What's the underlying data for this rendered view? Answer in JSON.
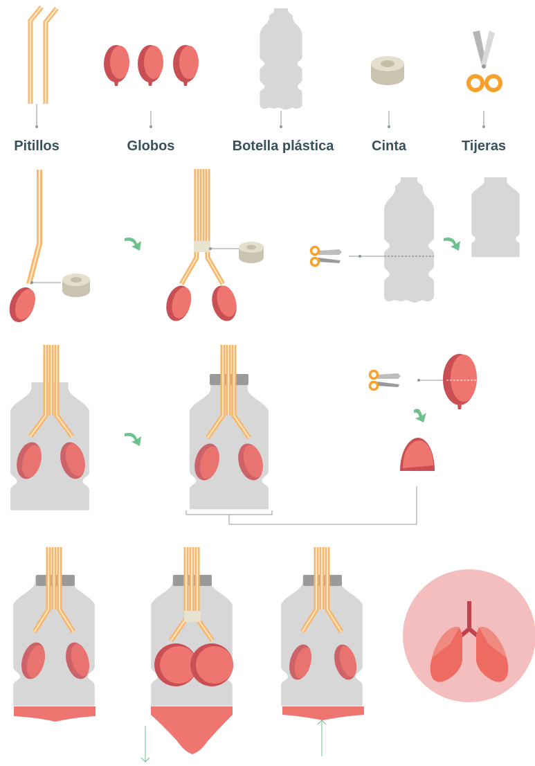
{
  "materials": [
    {
      "label": "Pitillos",
      "icon": "straws-icon"
    },
    {
      "label": "Globos",
      "icon": "balloons-icon"
    },
    {
      "label": "Botella plástica",
      "icon": "plastic-bottle-icon"
    },
    {
      "label": "Cinta",
      "icon": "tape-roll-icon"
    },
    {
      "label": "Tijeras",
      "icon": "scissors-icon"
    }
  ],
  "colors": {
    "straw_outer": "#f7b66a",
    "straw_inner": "#fde6c8",
    "balloon_dark": "#c94f55",
    "balloon_light": "#ef7670",
    "bottle": "#d7d7d7",
    "bottle_inside": "#cfcfcf",
    "tape": "#d9d5c3",
    "scissor_handle": "#f7a12c",
    "blade": "#b5b5b5",
    "arrow": "#6cc18c",
    "connector": "#8c9a9e",
    "cap": "#9a9a9a",
    "diaphragm": "#ef7670",
    "lungs_circle": "#f4bebe",
    "lungs": "#ee6b62",
    "trachea": "#c0424d",
    "label_text": "#37505a"
  }
}
